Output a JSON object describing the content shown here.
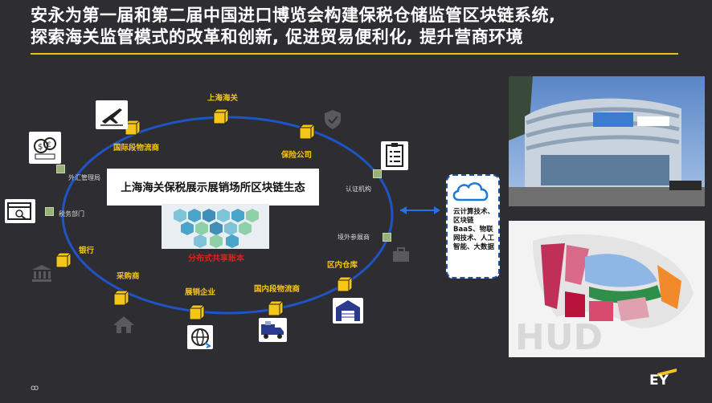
{
  "title": {
    "line1": "安永为第一届和第二届中国进口博览会构建保税仓储监管区块链系统,",
    "line2": "探索海关监管模式的改革和创新, 促进贸易便利化, 提升营商环境"
  },
  "colors": {
    "accent": "#f5c518",
    "ring": "#1e54c4",
    "rule": "#e8c21a",
    "red_text": "#e0201b",
    "background": "#2e2e32"
  },
  "ecosystem": {
    "center_title": "上海海关保税展示展销场所区块链生态",
    "distributed_ledger": "分布式共享账本",
    "nodes_main": [
      {
        "label": "上海海关"
      },
      {
        "label": "保险公司"
      },
      {
        "label": "国际段物流商"
      },
      {
        "label": "银行"
      },
      {
        "label": "采购商"
      },
      {
        "label": "展销企业"
      },
      {
        "label": "国内段物流商"
      },
      {
        "label": "区内仓库"
      }
    ],
    "nodes_minor": [
      {
        "label": "外汇管理局"
      },
      {
        "label": "税务部门"
      },
      {
        "label": "认证机构"
      },
      {
        "label": "境外参展商"
      }
    ],
    "icons": [
      "airplane-icon",
      "currency-exchange-icon",
      "tax-browser-icon",
      "shield-hand-icon",
      "checklist-icon",
      "bank-icon",
      "house-icon",
      "globe-icon",
      "truck-icon",
      "warehouse-icon",
      "briefcase-icon"
    ]
  },
  "tech_box": {
    "icon": "cloud-icon",
    "text": "云计算技术、区块链BaaS、物联网技术、人工智能、大数据"
  },
  "footer": {
    "brand": "EY",
    "page_mark": "ꝏ"
  }
}
